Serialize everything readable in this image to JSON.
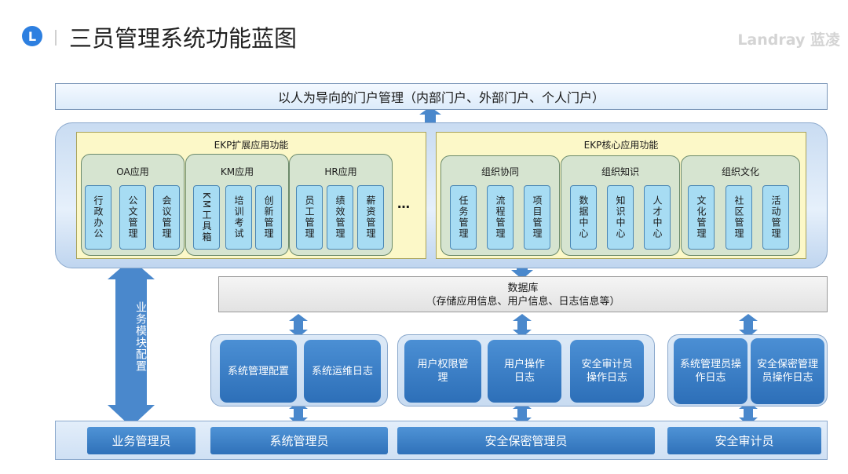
{
  "header": {
    "logo_letter": "L",
    "title": "三员管理系统功能蓝图",
    "brand": "Landray 蓝凌"
  },
  "portal": {
    "label": "以人为导向的门户管理（内部门户、外部门户、个人门户）"
  },
  "ext_apps": {
    "label": "EKP扩展应用功能",
    "groups": [
      {
        "name": "OA应用",
        "modules": [
          "行政办公",
          "公文管理",
          "会议管理"
        ]
      },
      {
        "name": "KM应用",
        "modules": [
          "KM工具箱",
          "培训考试",
          "创新管理"
        ]
      },
      {
        "name": "HR应用",
        "modules": [
          "员工管理",
          "绩效管理",
          "薪资管理"
        ]
      }
    ],
    "ellipsis": "…"
  },
  "core_apps": {
    "label": "EKP核心应用功能",
    "groups": [
      {
        "name": "组织协同",
        "modules": [
          "任务管理",
          "流程管理",
          "项目管理"
        ]
      },
      {
        "name": "组织知识",
        "modules": [
          "数据中心",
          "知识中心",
          "人才中心"
        ]
      },
      {
        "name": "组织文化",
        "modules": [
          "文化管理",
          "社区管理",
          "活动管理"
        ]
      }
    ]
  },
  "biz_config": "业务模块配置",
  "database": {
    "title": "数据库",
    "subtitle": "（存储应用信息、用户信息、日志信息等）"
  },
  "logs": {
    "sys": [
      "系统管理配置",
      "系统运维日志"
    ],
    "sec": [
      "用户权限管理",
      "用户操作日志",
      "安全审计员操作日志"
    ],
    "audit": [
      "系统管理员操作日志",
      "安全保密管理员操作日志"
    ]
  },
  "roles": [
    "业务管理员",
    "系统管理员",
    "安全保密管理员",
    "安全审计员"
  ],
  "colors": {
    "accent_blue": "#2d7fe0",
    "module_fill": "#a7dcf3",
    "log_blue": "#2d6fb8",
    "yellow": "#fcf8c8",
    "group_green": "#d6e4d0"
  }
}
